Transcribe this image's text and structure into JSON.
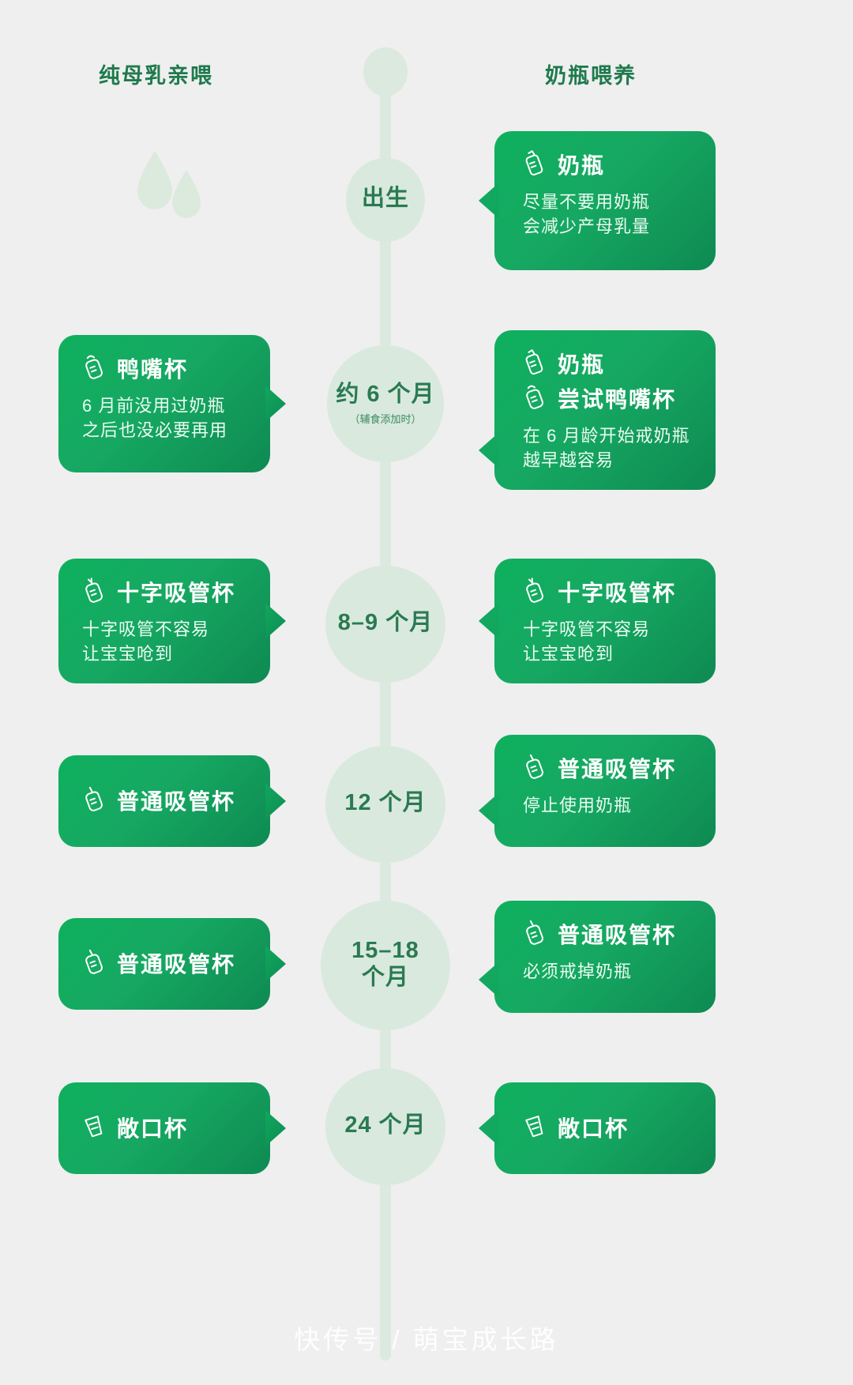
{
  "columns": {
    "left_header": "纯母乳亲喂",
    "right_header": "奶瓶喂养"
  },
  "theme": {
    "background": "#efefef",
    "card_green_start": "#0fb05e",
    "card_green_end": "#0e8a52",
    "node_fill": "#d9e9de",
    "node_text": "#2a7a51",
    "header_text": "#1f7a4d",
    "spine": "#dbe9df"
  },
  "timeline": [
    {
      "node": {
        "label": "出生",
        "sub": ""
      },
      "left": null,
      "right": {
        "titles": [
          {
            "icon": "bottle-icon",
            "text": "奶瓶"
          }
        ],
        "body": "尽量不要用奶瓶\n会减少产母乳量"
      }
    },
    {
      "node": {
        "label": "约 6 个月",
        "sub": "（辅食添加时）"
      },
      "left": {
        "titles": [
          {
            "icon": "sippy-cup-icon",
            "text": "鸭嘴杯"
          }
        ],
        "body": "6 月前没用过奶瓶\n之后也没必要再用"
      },
      "right": {
        "titles": [
          {
            "icon": "bottle-icon",
            "text": "奶瓶"
          },
          {
            "icon": "sippy-cup-icon",
            "text": "尝试鸭嘴杯"
          }
        ],
        "body": "在 6 月龄开始戒奶瓶\n越早越容易"
      }
    },
    {
      "node": {
        "label": "8–9 个月",
        "sub": ""
      },
      "left": {
        "titles": [
          {
            "icon": "cross-straw-cup-icon",
            "text": "十字吸管杯"
          }
        ],
        "body": "十字吸管不容易\n让宝宝呛到"
      },
      "right": {
        "titles": [
          {
            "icon": "cross-straw-cup-icon",
            "text": "十字吸管杯"
          }
        ],
        "body": "十字吸管不容易\n让宝宝呛到"
      }
    },
    {
      "node": {
        "label": "12 个月",
        "sub": ""
      },
      "left": {
        "titles": [
          {
            "icon": "straw-cup-icon",
            "text": "普通吸管杯"
          }
        ],
        "body": ""
      },
      "right": {
        "titles": [
          {
            "icon": "straw-cup-icon",
            "text": "普通吸管杯"
          }
        ],
        "body": "停止使用奶瓶"
      }
    },
    {
      "node": {
        "label": "15–18\n个月",
        "sub": ""
      },
      "left": {
        "titles": [
          {
            "icon": "straw-cup-icon",
            "text": "普通吸管杯"
          }
        ],
        "body": ""
      },
      "right": {
        "titles": [
          {
            "icon": "straw-cup-icon",
            "text": "普通吸管杯"
          }
        ],
        "body": "必须戒掉奶瓶"
      }
    },
    {
      "node": {
        "label": "24 个月",
        "sub": ""
      },
      "left": {
        "titles": [
          {
            "icon": "open-cup-icon",
            "text": "敞口杯"
          }
        ],
        "body": ""
      },
      "right": {
        "titles": [
          {
            "icon": "open-cup-icon",
            "text": "敞口杯"
          }
        ],
        "body": ""
      }
    }
  ],
  "decor": {
    "drops_icon": "milk-drops-icon"
  },
  "watermark": "快传号 / 萌宝成长路"
}
